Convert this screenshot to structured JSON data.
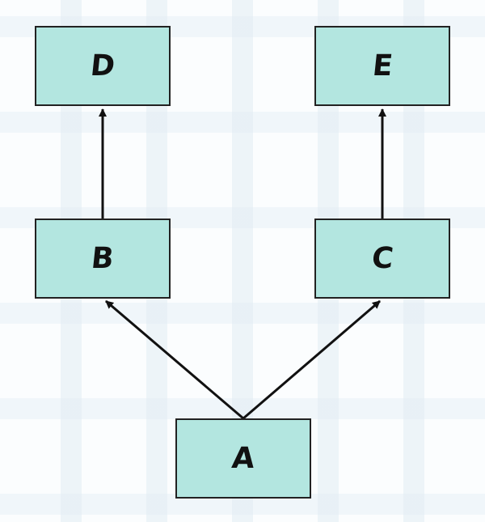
{
  "nodes": {
    "a": {
      "label": "A"
    },
    "b": {
      "label": "B"
    },
    "c": {
      "label": "C"
    },
    "d": {
      "label": "D"
    },
    "e": {
      "label": "E"
    }
  },
  "edges": [
    {
      "from": "A",
      "to": "B"
    },
    {
      "from": "A",
      "to": "C"
    },
    {
      "from": "B",
      "to": "D"
    },
    {
      "from": "C",
      "to": "E"
    }
  ],
  "colors": {
    "node_fill": "#b3e6e0",
    "node_border": "#222222",
    "edge": "#111111"
  }
}
